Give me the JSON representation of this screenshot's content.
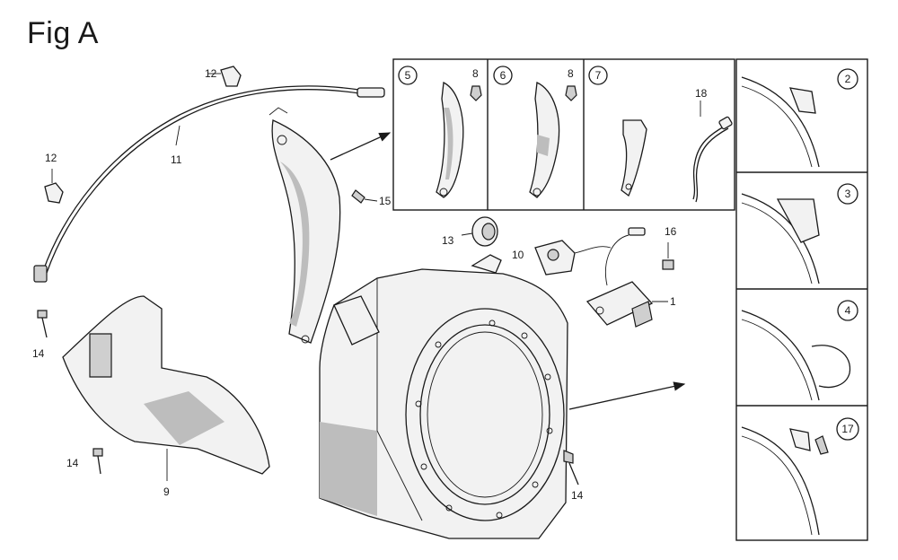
{
  "title": "Fig A",
  "labels": {
    "p1": "1",
    "p9": "9",
    "p10": "10",
    "p11": "11",
    "p12a": "12",
    "p12b": "12",
    "p13": "13",
    "p14a": "14",
    "p14b": "14",
    "p14c": "14",
    "p15": "15",
    "p16": "16",
    "p18": "18",
    "p8a": "8",
    "p8b": "8"
  },
  "circled": {
    "c5": "5",
    "c6": "6",
    "c7": "7",
    "c2": "2",
    "c3": "3",
    "c4": "4",
    "c17": "17"
  }
}
